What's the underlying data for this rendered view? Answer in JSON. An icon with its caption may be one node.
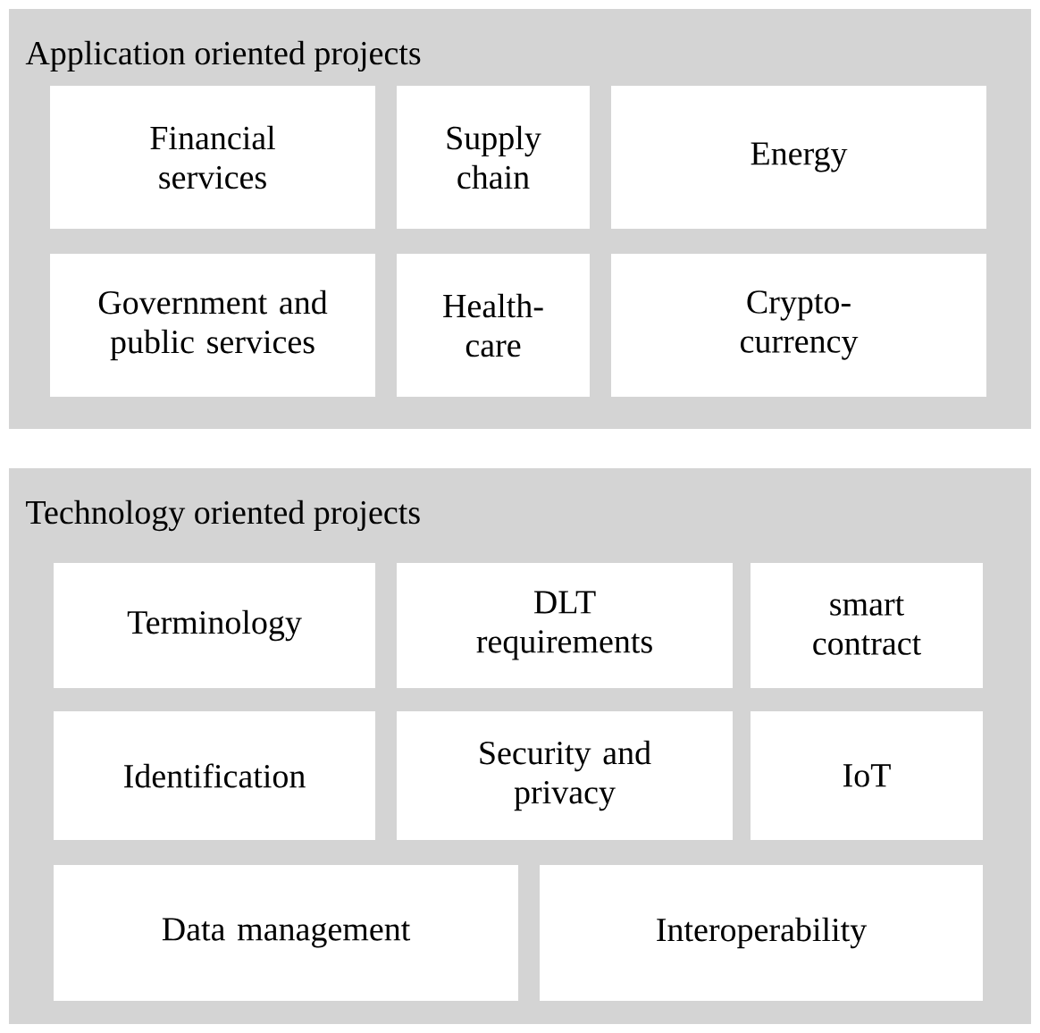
{
  "diagram": {
    "nodes": [
      {
        "text": [
          "Application oriented projects"
        ]
      },
      {
        "text": [
          "Financial services"
        ],
        "in": 0
      },
      {
        "text": [
          "Supply chain"
        ],
        "in": 0
      },
      {
        "text": [
          "Energy"
        ],
        "in": 0
      },
      {
        "text": [
          "Government and public services"
        ],
        "in": 0
      },
      {
        "text": [
          "Health-care"
        ],
        "in": 0
      },
      {
        "text": [
          "Crypto-currency"
        ],
        "in": 0
      },
      {
        "text": [
          "Technology oriented projects"
        ]
      },
      {
        "text": [
          "Terminology"
        ],
        "in": 7
      },
      {
        "text": [
          "DLT requirements"
        ],
        "in": 7
      },
      {
        "text": [
          "smart contract"
        ],
        "in": 7
      },
      {
        "text": [
          "Identification"
        ],
        "in": 7
      },
      {
        "text": [
          "Security and privacy"
        ],
        "in": 7
      },
      {
        "text": [
          "IoT"
        ],
        "in": 7
      },
      {
        "text": [
          "Data management"
        ],
        "in": 7
      },
      {
        "text": [
          "Interoperability"
        ],
        "in": 7
      }
    ]
  }
}
